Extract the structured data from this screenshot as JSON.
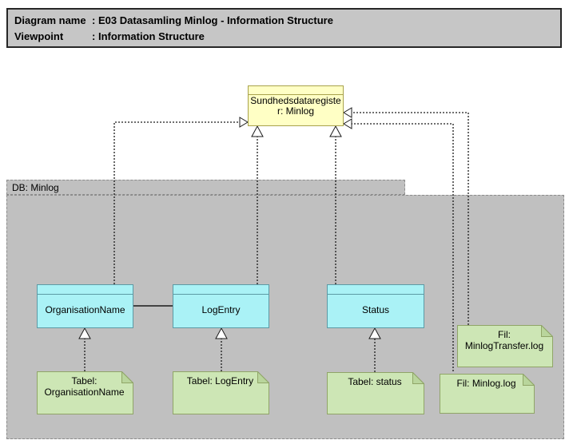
{
  "header": {
    "rows": [
      {
        "label": "Diagram name",
        "separator": ":",
        "value": "E03 Datasamling Minlog - Information Structure"
      },
      {
        "label": "Viewpoint",
        "separator": ":",
        "value": "Information Structure"
      }
    ]
  },
  "register": {
    "label": "Sundhedsdataregister: Minlog"
  },
  "container": {
    "label": "DB: Minlog"
  },
  "objects": {
    "organisation_name": {
      "label": "OrganisationName"
    },
    "log_entry": {
      "label": "LogEntry"
    },
    "status": {
      "label": "Status"
    }
  },
  "notes": {
    "tabel_organisation_name": {
      "label": "Tabel: OrganisationName"
    },
    "tabel_log_entry": {
      "label": "Tabel: LogEntry"
    },
    "tabel_status": {
      "label": "Tabel: status"
    },
    "fil_minlog_log": {
      "label": "Fil: Minlog.log"
    },
    "fil_minlog_transfer_log": {
      "label": "Fil: MinlogTransfer.log"
    }
  },
  "colors": {
    "header_bg": "#c6c6c6",
    "header_border": "#262626",
    "container_bg": "#c0c0c0",
    "container_border": "#8c8c8c",
    "register_bg": "#ffffc5",
    "register_border": "#a8a24b",
    "object_bg": "#aaf2f6",
    "object_border": "#5c9aa5",
    "note_bg": "#cde6b5",
    "note_border": "#90a567",
    "note_fold": "#b9d59c",
    "connector": "#1a1a1a"
  }
}
